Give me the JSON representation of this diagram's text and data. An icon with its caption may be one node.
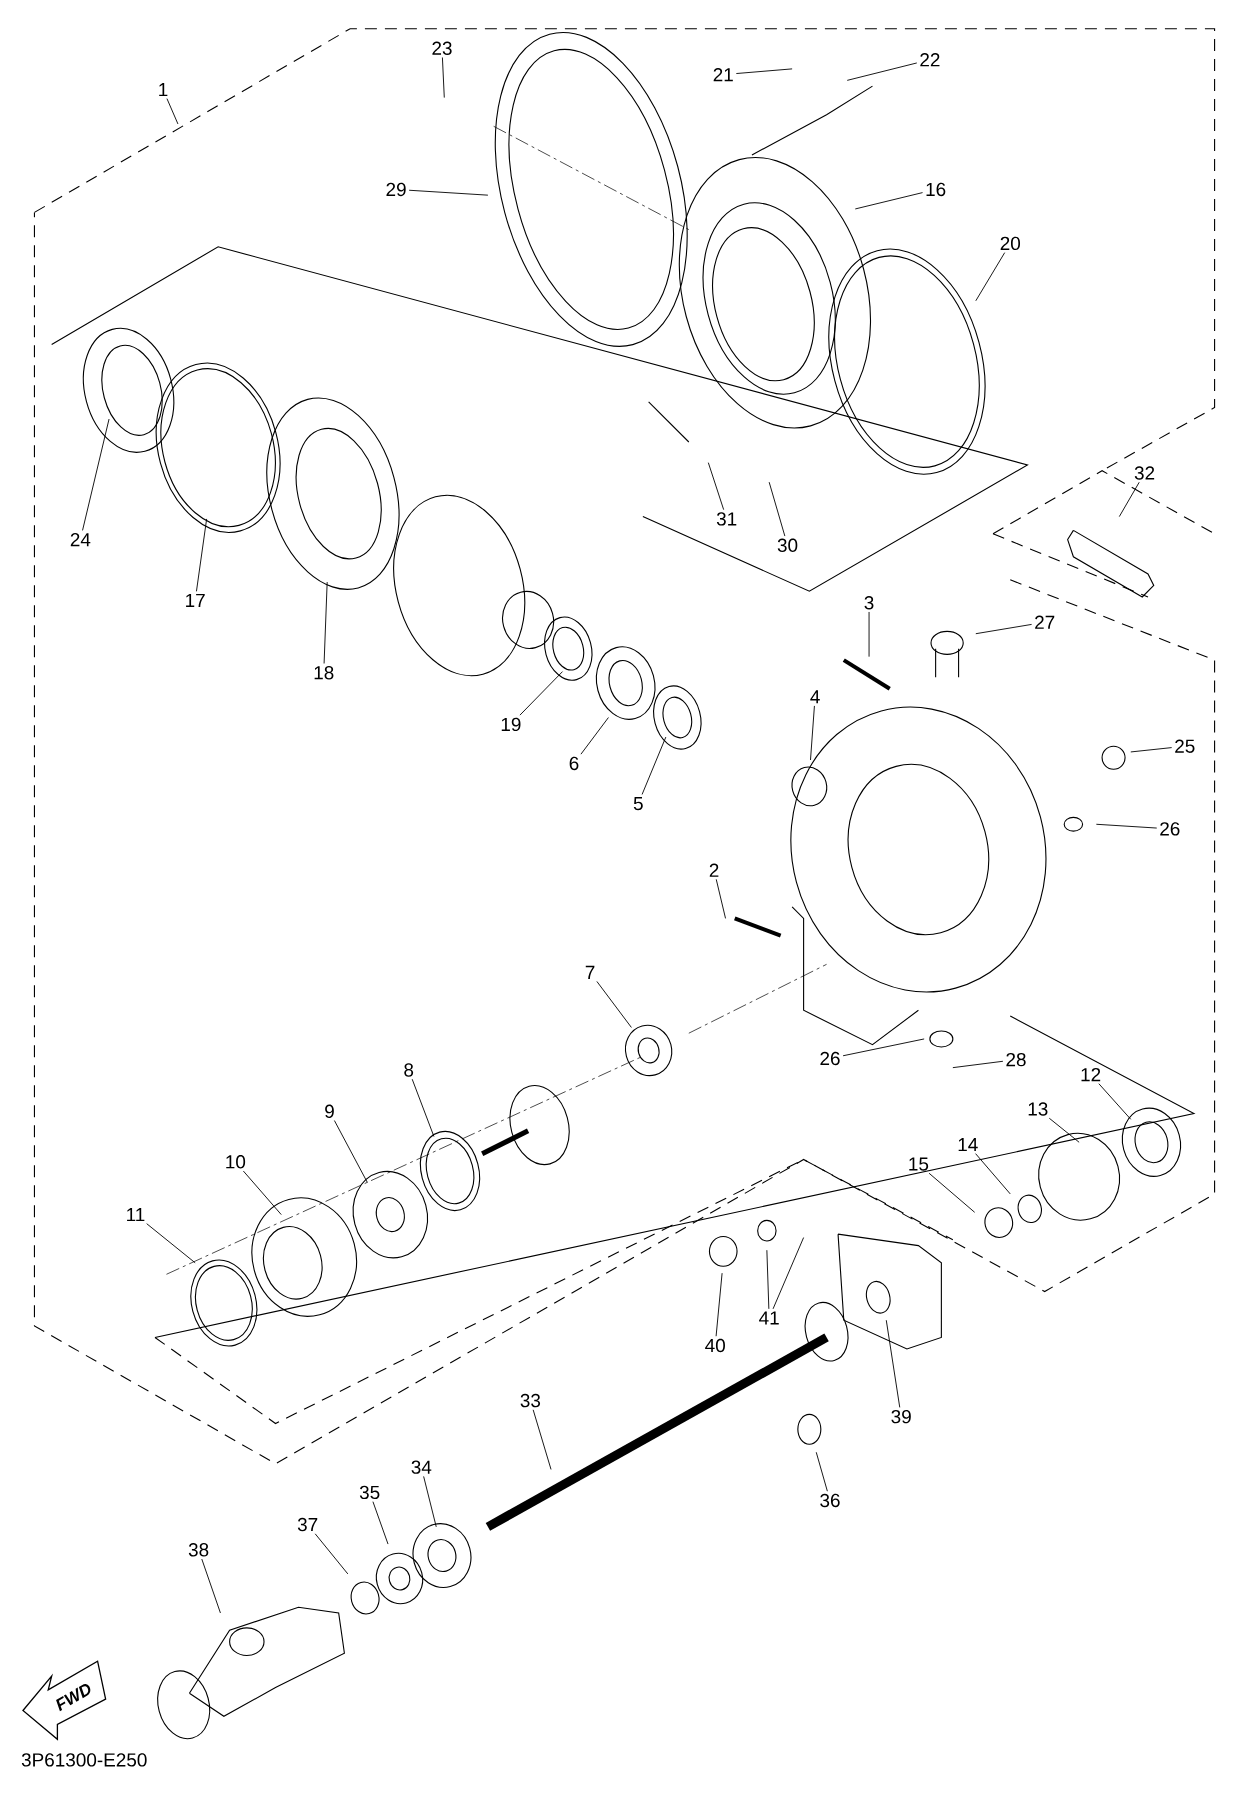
{
  "diagram": {
    "nodes": [
      {
        "text": [
          "1"
        ]
      },
      {
        "text": [
          "23"
        ]
      },
      {
        "text": [
          "21"
        ]
      },
      {
        "text": [
          "22"
        ]
      },
      {
        "text": [
          "29"
        ]
      },
      {
        "text": [
          "16"
        ]
      },
      {
        "text": [
          "20"
        ]
      },
      {
        "text": [
          "24"
        ]
      },
      {
        "text": [
          "17"
        ]
      },
      {
        "text": [
          "18"
        ]
      },
      {
        "text": [
          "31"
        ]
      },
      {
        "text": [
          "30"
        ]
      },
      {
        "text": [
          "32"
        ]
      },
      {
        "text": [
          "3"
        ]
      },
      {
        "text": [
          "27"
        ]
      },
      {
        "text": [
          "19"
        ]
      },
      {
        "text": [
          "6"
        ]
      },
      {
        "text": [
          "5"
        ]
      },
      {
        "text": [
          "4"
        ]
      },
      {
        "text": [
          "25"
        ]
      },
      {
        "text": [
          "26"
        ]
      },
      {
        "text": [
          "2"
        ]
      },
      {
        "text": [
          "7"
        ]
      },
      {
        "text": [
          "26"
        ]
      },
      {
        "text": [
          "28"
        ]
      },
      {
        "text": [
          "8"
        ]
      },
      {
        "text": [
          "12"
        ]
      },
      {
        "text": [
          "9"
        ]
      },
      {
        "text": [
          "13"
        ]
      },
      {
        "text": [
          "10"
        ]
      },
      {
        "text": [
          "14"
        ]
      },
      {
        "text": [
          "15"
        ]
      },
      {
        "text": [
          "11"
        ]
      },
      {
        "text": [
          "40"
        ]
      },
      {
        "text": [
          "41"
        ]
      },
      {
        "text": [
          "39"
        ]
      },
      {
        "text": [
          "33"
        ]
      },
      {
        "text": [
          "36"
        ]
      },
      {
        "text": [
          "34"
        ]
      },
      {
        "text": [
          "35"
        ]
      },
      {
        "text": [
          "37"
        ]
      },
      {
        "text": [
          "38"
        ]
      }
    ],
    "edges": [
      {
        "from": 0,
        "to": null,
        "arrow": "none"
      },
      {
        "from": 1,
        "to": null,
        "arrow": "none"
      },
      {
        "from": 2,
        "to": null,
        "arrow": "none"
      },
      {
        "from": 3,
        "to": null,
        "arrow": "none"
      },
      {
        "from": 4,
        "to": null,
        "arrow": "none"
      },
      {
        "from": 5,
        "to": null,
        "arrow": "none"
      },
      {
        "from": 6,
        "to": null,
        "arrow": "none"
      },
      {
        "from": 7,
        "to": null,
        "arrow": "none"
      },
      {
        "from": 8,
        "to": null,
        "arrow": "none"
      },
      {
        "from": 9,
        "to": null,
        "arrow": "none"
      },
      {
        "from": 10,
        "to": null,
        "arrow": "none"
      },
      {
        "from": 11,
        "to": null,
        "arrow": "none"
      },
      {
        "from": 12,
        "to": null,
        "arrow": "none"
      },
      {
        "from": 13,
        "to": null,
        "arrow": "none"
      },
      {
        "from": 14,
        "to": null,
        "arrow": "none"
      },
      {
        "from": 15,
        "to": null,
        "arrow": "none"
      },
      {
        "from": 16,
        "to": null,
        "arrow": "none"
      },
      {
        "from": 17,
        "to": null,
        "arrow": "none"
      },
      {
        "from": 18,
        "to": null,
        "arrow": "none"
      },
      {
        "from": 19,
        "to": null,
        "arrow": "none"
      },
      {
        "from": 20,
        "to": null,
        "arrow": "none"
      },
      {
        "from": 21,
        "to": null,
        "arrow": "none"
      },
      {
        "from": 22,
        "to": null,
        "arrow": "none"
      },
      {
        "from": 23,
        "to": null,
        "arrow": "none"
      },
      {
        "from": 24,
        "to": null,
        "arrow": "none"
      },
      {
        "from": 25,
        "to": null,
        "arrow": "none"
      },
      {
        "from": 26,
        "to": null,
        "arrow": "none"
      },
      {
        "from": 27,
        "to": null,
        "arrow": "none"
      },
      {
        "from": 28,
        "to": null,
        "arrow": "none"
      },
      {
        "from": 29,
        "to": null,
        "arrow": "none"
      },
      {
        "from": 30,
        "to": null,
        "arrow": "none"
      },
      {
        "from": 31,
        "to": null,
        "arrow": "none"
      },
      {
        "from": 32,
        "to": null,
        "arrow": "none"
      },
      {
        "from": 33,
        "to": null,
        "arrow": "none"
      },
      {
        "from": 34,
        "to": null,
        "arrow": "none"
      },
      {
        "from": 34,
        "to": null,
        "arrow": "none"
      },
      {
        "from": 35,
        "to": null,
        "arrow": "none"
      },
      {
        "from": 36,
        "to": null,
        "arrow": "none"
      },
      {
        "from": 37,
        "to": null,
        "arrow": "none"
      },
      {
        "from": 38,
        "to": null,
        "arrow": "none"
      },
      {
        "from": 39,
        "to": null,
        "arrow": "none"
      },
      {
        "from": 40,
        "to": null,
        "arrow": "none"
      },
      {
        "from": 41,
        "to": null,
        "arrow": "none"
      }
    ],
    "labels": [
      "FWD",
      "3P61300-E250"
    ]
  }
}
